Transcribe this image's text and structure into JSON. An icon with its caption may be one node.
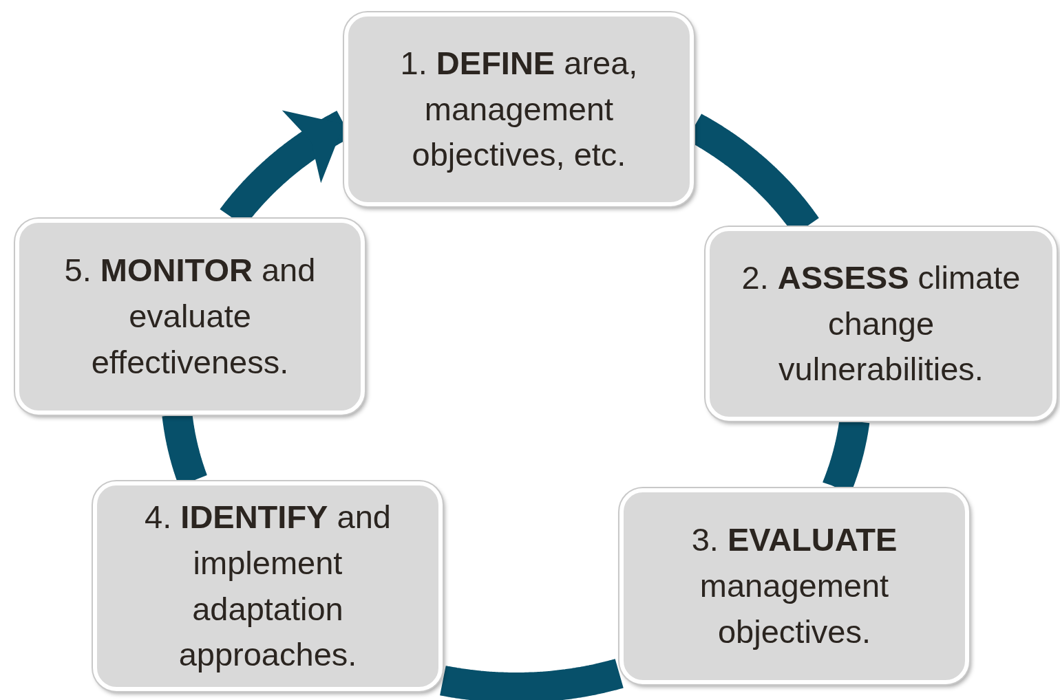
{
  "diagram": {
    "nodes": [
      {
        "text": [
          "1. **DEFINE** area, management objectives, etc."
        ]
      },
      {
        "text": [
          "2. **ASSESS** climate change vulnerabilities."
        ]
      },
      {
        "text": [
          "3. **EVALUATE** management objectives."
        ]
      },
      {
        "text": [
          "4. **IDENTIFY** and implement adaptation approaches."
        ]
      },
      {
        "text": [
          "5. **MONITOR** and evaluate effectiveness."
        ]
      }
    ],
    "edges": [
      {
        "from": 0,
        "to": 1,
        "arrow": "none"
      },
      {
        "from": 1,
        "to": 2,
        "arrow": "none"
      },
      {
        "from": 2,
        "to": 3,
        "arrow": "none"
      },
      {
        "from": 3,
        "to": 4,
        "arrow": "none"
      },
      {
        "from": 4,
        "to": 0,
        "arrow": "to"
      }
    ]
  }
}
